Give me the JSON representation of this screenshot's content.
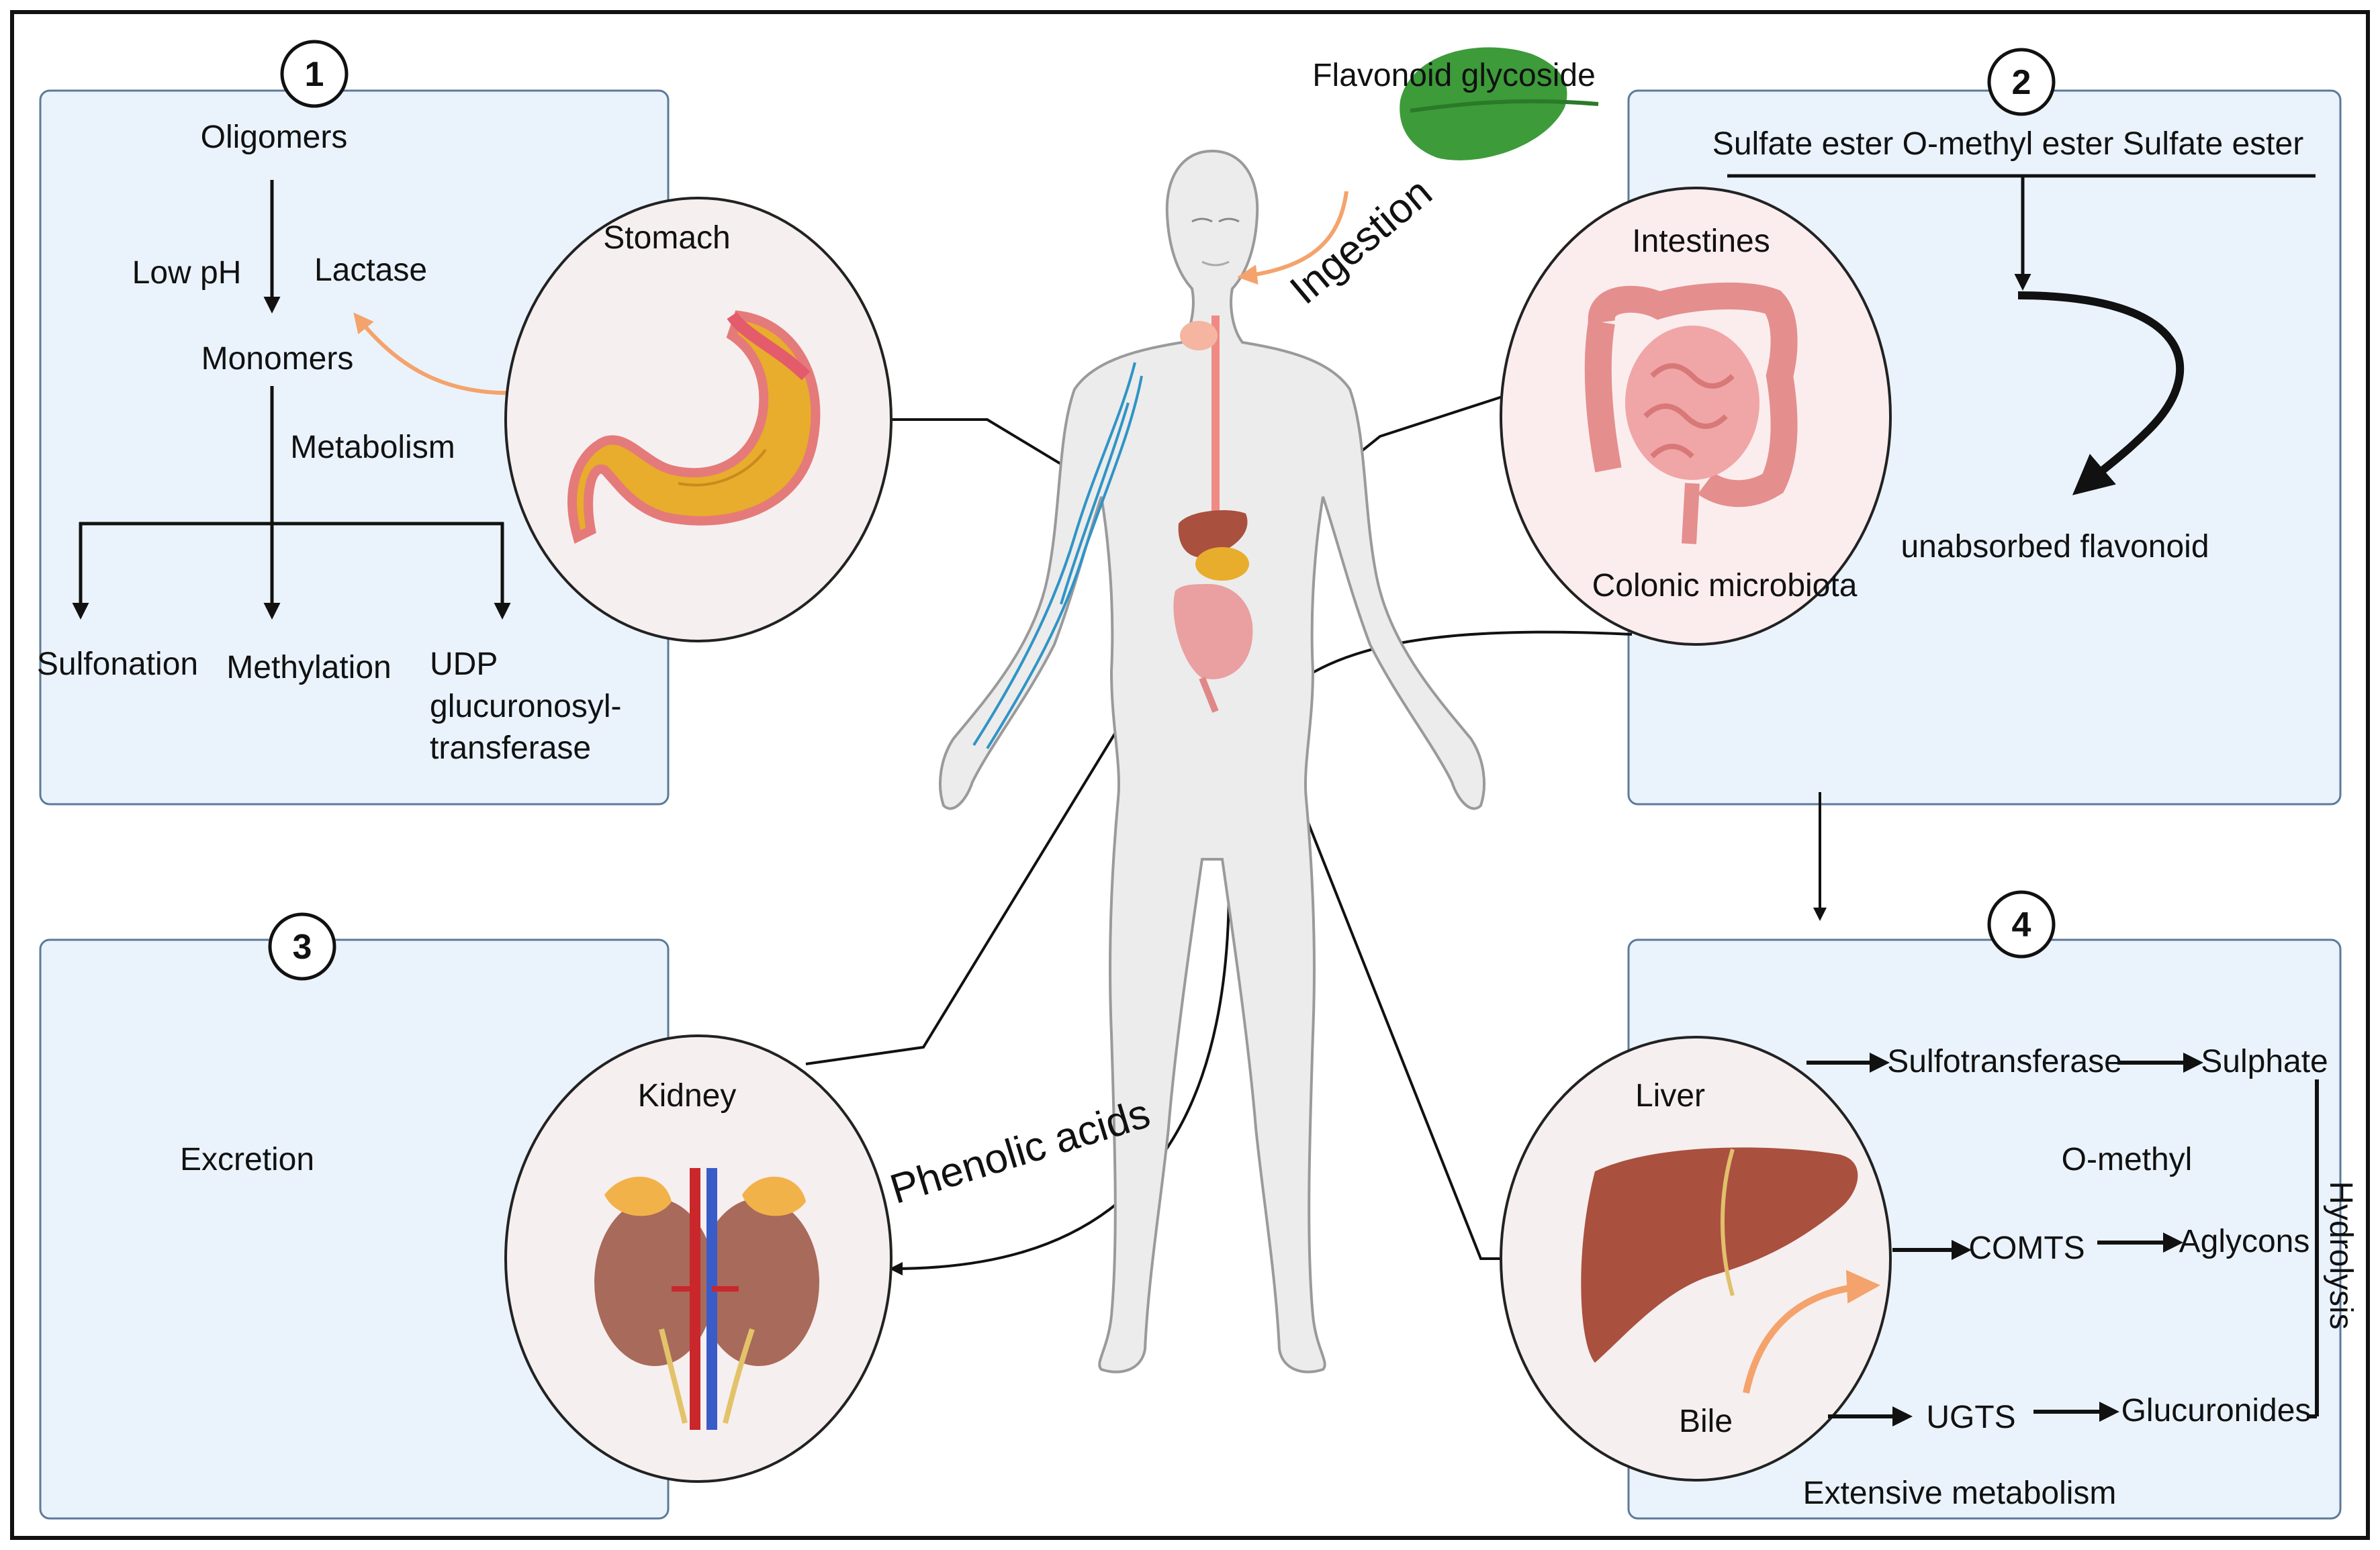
{
  "colors": {
    "panel_fill": "#eaf3fc",
    "panel_stroke": "#5d7a99",
    "circle_fill": "#f6efef",
    "circle_fill_intestine": "#fbeded",
    "accent_arrow": "#f4a36c",
    "leaf_green": "#3d9b3a",
    "body_gray": "#ececec",
    "vein_blue": "#2f94c6",
    "liver_brown": "#a9503f",
    "stomach_yellow": "#e8ad2c",
    "intestine_pink": "#eaa0a0"
  },
  "panel1": {
    "number": "1",
    "oligomers": "Oligomers",
    "low_ph": "Low pH",
    "lactase": "Lactase",
    "monomers": "Monomers",
    "metabolism": "Metabolism",
    "sulfonation": "Sulfonation",
    "methylation": "Methylation",
    "udp_line1": "UDP",
    "udp_line2": "glucuronosyl-",
    "udp_line3": "transferase",
    "organ_label": "Stomach"
  },
  "panel2": {
    "number": "2",
    "header": "Sulfate ester  O-methyl ester  Sulfate ester",
    "unabsorbed": "unabsorbed flavonoid",
    "organ_label": "Intestines",
    "microbiota": "Colonic microbiota"
  },
  "panel3": {
    "number": "3",
    "excretion": "Excretion",
    "organ_label": "Kidney"
  },
  "panel4": {
    "number": "4",
    "organ_label": "Liver",
    "bile": "Bile",
    "sulfotransferase": "Sulfotransferase",
    "sulphate": "Sulphate",
    "o_methyl": "O-methyl",
    "comts": "COMTS",
    "aglycons": "Aglycons",
    "ugts": "UGTS",
    "glucuronides": "Glucuronides",
    "hydrolysis": "Hydrolysis",
    "extensive": "Extensive metabolism"
  },
  "center": {
    "flavonoid_glycoside": "Flavonoid glycoside",
    "ingestion": "Ingestion",
    "phenolic_acids": "Phenolic acids"
  }
}
